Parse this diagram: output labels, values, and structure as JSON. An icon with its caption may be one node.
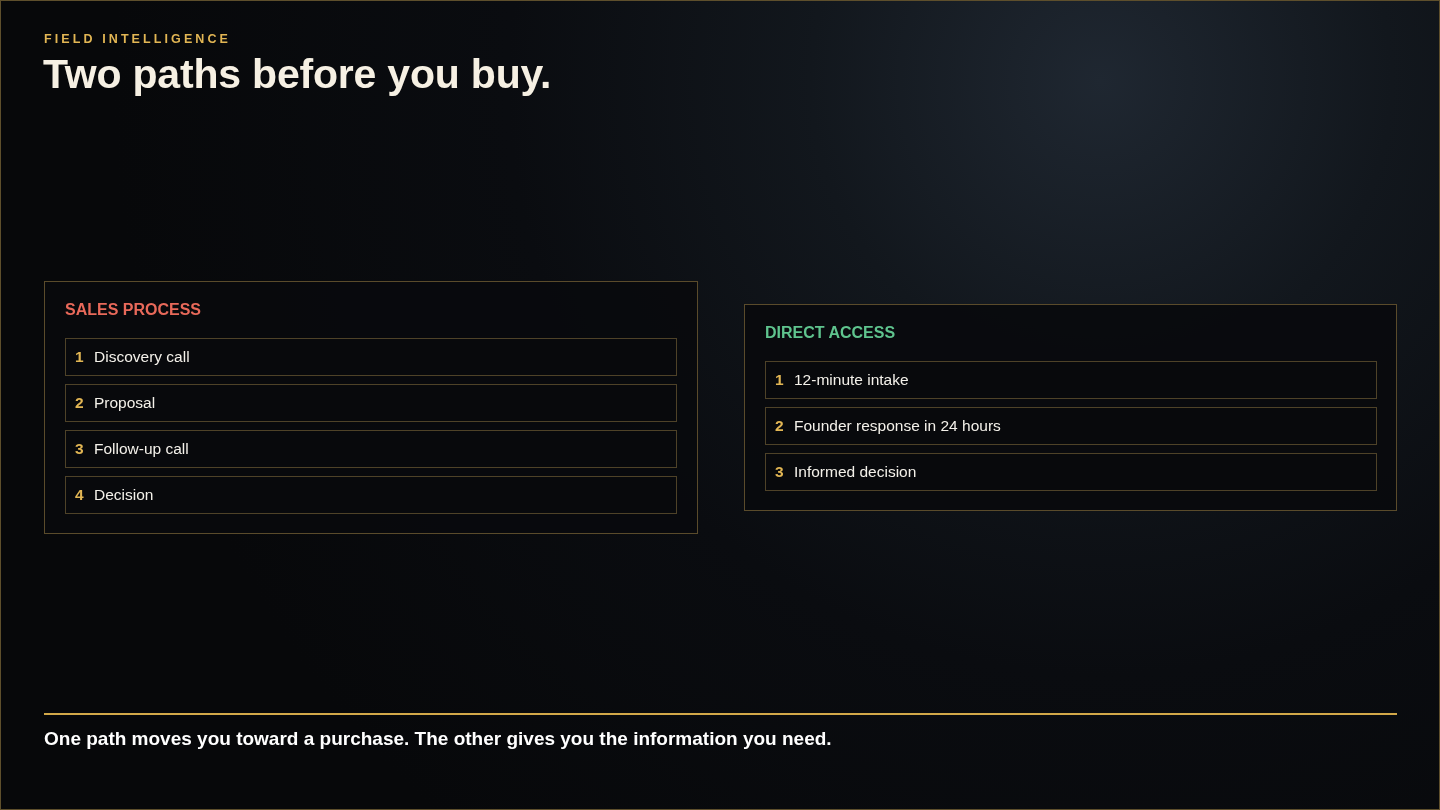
{
  "diagram": {
    "title": "Two paths before you buy.",
    "caption": "One path moves you toward a purchase. The other gives you the information you need.",
    "nodes": [
      {
        "text": [
          "SALES PROCESS"
        ]
      },
      {
        "text": [
          "1",
          "Discovery call"
        ],
        "in": 0
      },
      {
        "text": [
          "2",
          "Proposal"
        ],
        "in": 0
      },
      {
        "text": [
          "3",
          "Follow-up call"
        ],
        "in": 0
      },
      {
        "text": [
          "4",
          "Decision"
        ],
        "in": 0
      },
      {
        "text": [
          "DIRECT ACCESS"
        ]
      },
      {
        "text": [
          "1",
          "12-minute intake"
        ],
        "in": 5
      },
      {
        "text": [
          "2",
          "Founder response in 24 hours"
        ],
        "in": 5
      },
      {
        "text": [
          "3",
          "Informed decision"
        ],
        "in": 5
      }
    ],
    "labels": [
      "FIELD INTELLIGENCE"
    ]
  }
}
